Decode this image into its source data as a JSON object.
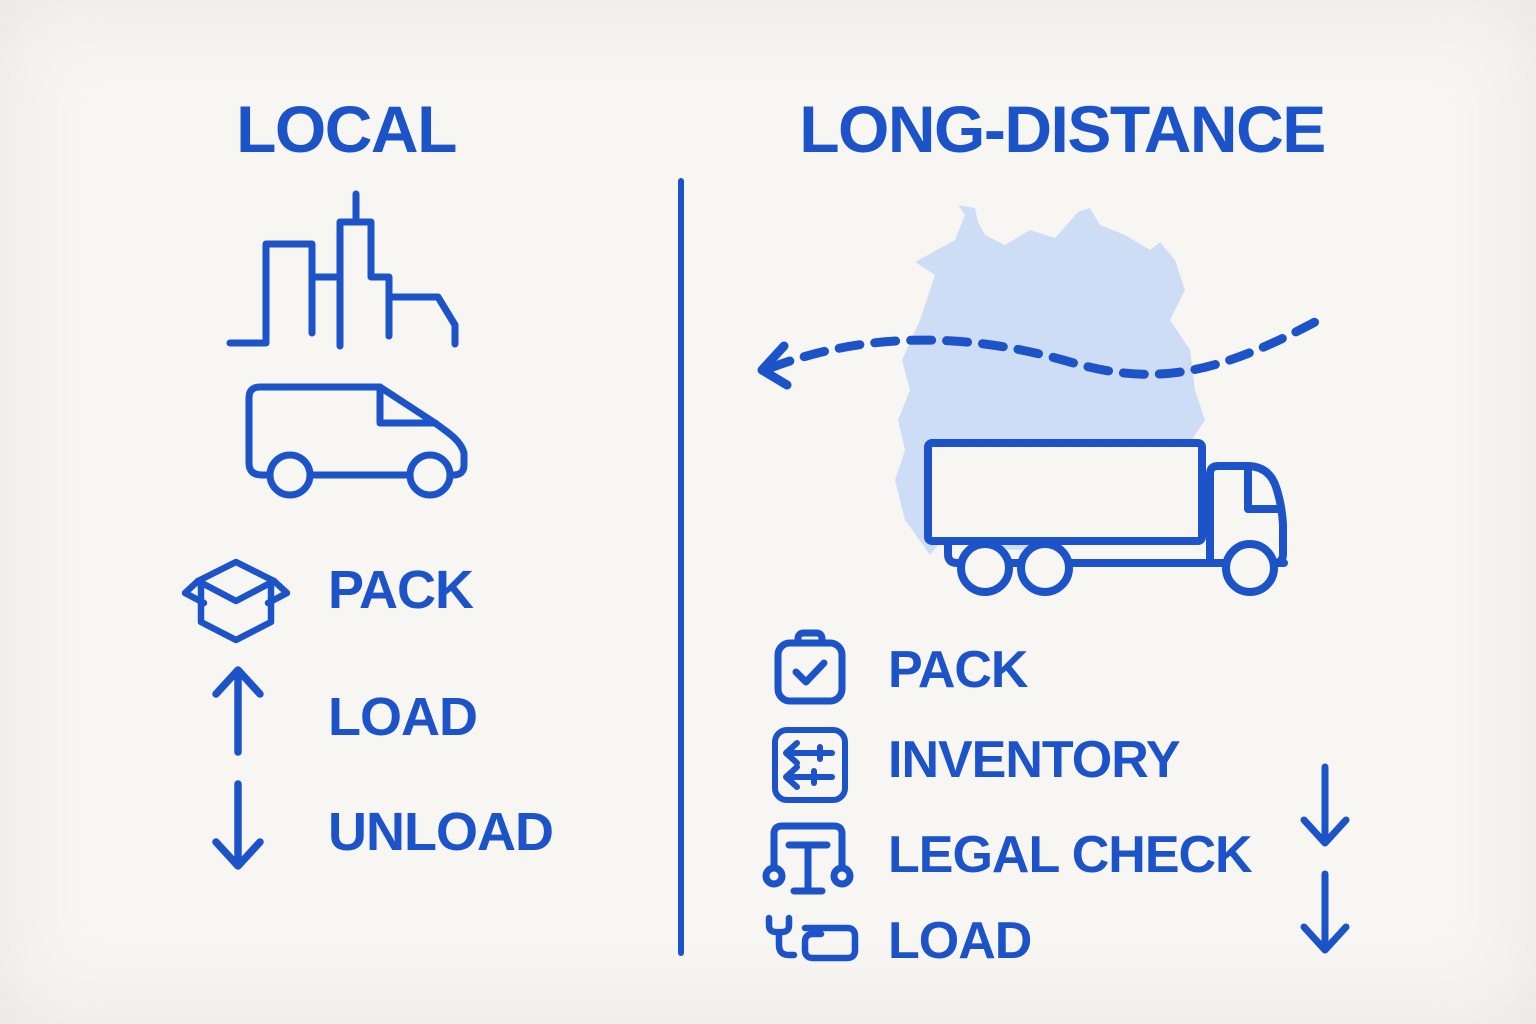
{
  "meta": {
    "type": "moving-comparison-infographic",
    "accent_color": "#1d53c8",
    "map_color": "#cdddf6",
    "background_color": "#f7f6f3"
  },
  "left": {
    "title": "LOCAL",
    "graphics": [
      {
        "icon": "city-skyline-icon"
      },
      {
        "icon": "van-icon"
      }
    ],
    "items": [
      {
        "label": "PACK",
        "icon": "open-box-icon"
      },
      {
        "label": "LOAD",
        "icon": "arrow-up-icon"
      },
      {
        "label": "UNLOAD",
        "icon": "arrow-down-icon"
      }
    ]
  },
  "right": {
    "title": "LONG-DISTANCE",
    "graphics": [
      {
        "icon": "region-map-silhouette"
      },
      {
        "icon": "dashed-route-arrow"
      },
      {
        "icon": "semi-truck-icon"
      }
    ],
    "items": [
      {
        "label": "PACK",
        "icon": "briefcase-check-icon"
      },
      {
        "label": "INVENTORY",
        "icon": "inventory-transfer-icon"
      },
      {
        "label": "LEGAL CHECK",
        "icon": "legal-scale-icon"
      },
      {
        "label": "LOAD",
        "icon": "hand-truck-icon"
      }
    ],
    "flow_arrows": [
      "down",
      "down"
    ]
  }
}
